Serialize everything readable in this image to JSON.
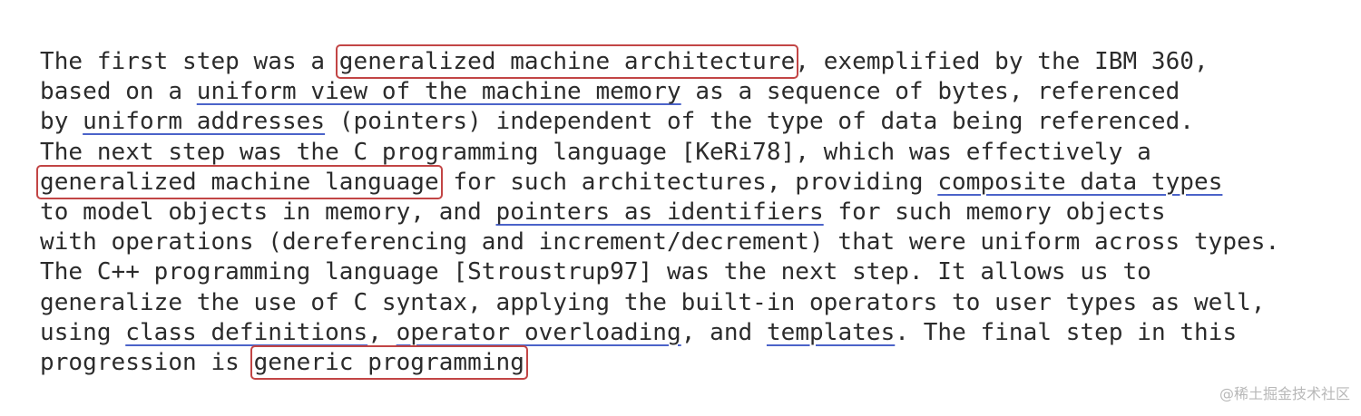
{
  "passage": {
    "lines": [
      {
        "a": "The first step was a ",
        "b": "generalized machine architecture",
        "c": ", exemplified by the IBM 360,"
      },
      {
        "a": "based on a ",
        "b": "uniform view of the machine memory",
        "c": " as a sequence of bytes, referenced"
      },
      {
        "a": "by ",
        "b": "uniform addresses",
        "c": " (pointers) independent of the type of data being referenced."
      },
      {
        "a": "The next step was the C programming language [KeRi78], which was effectively a"
      },
      {
        "b": "generalized machine language",
        "c": " for such architectures, providing ",
        "d": "composite data types"
      },
      {
        "a": "to model objects in memory, and ",
        "b": "pointers as identifiers",
        "c": " for such memory objects"
      },
      {
        "a": "with operations (dereferencing and increment/decrement) that were uniform across types."
      },
      {
        "a": "The C++ programming language [Stroustrup97] was the next step. It allows us to"
      },
      {
        "a": "generalize the use of C syntax, applying the built-in operators to user types as well,"
      },
      {
        "a": "using ",
        "b": "class definitions",
        "c": ", ",
        "d": "operator overloading",
        "e": ", and ",
        "f": "templates",
        "g": ". The final step in this"
      },
      {
        "a": "progression is ",
        "b": "generic programming"
      }
    ]
  },
  "watermark": "@稀土掘金技术社区"
}
